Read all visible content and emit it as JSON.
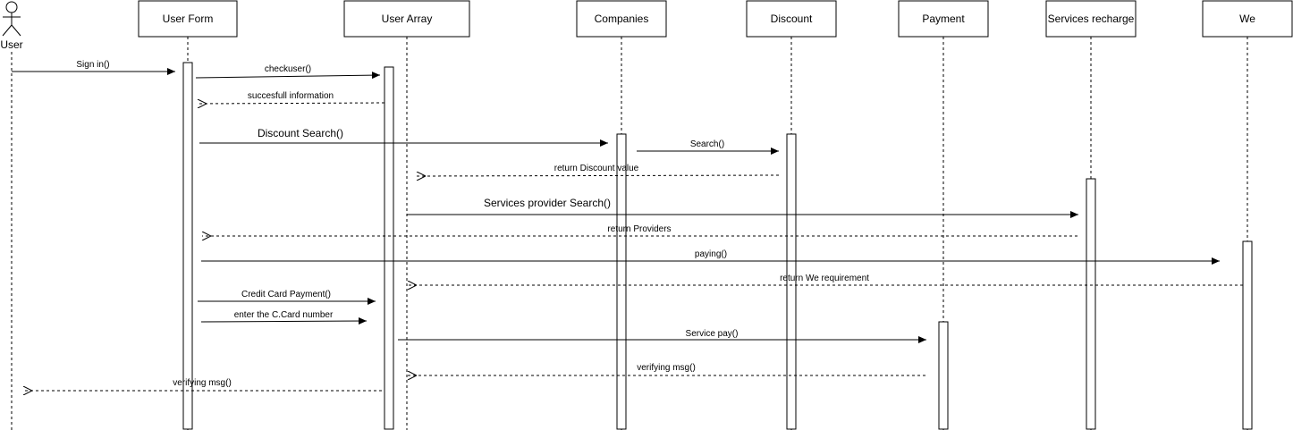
{
  "diagram": {
    "actor": {
      "name": "User"
    },
    "lifelines": [
      {
        "id": "user_form",
        "label": "User Form"
      },
      {
        "id": "user_array",
        "label": "User Array"
      },
      {
        "id": "companies",
        "label": "Companies"
      },
      {
        "id": "discount",
        "label": "Discount"
      },
      {
        "id": "payment",
        "label": "Payment"
      },
      {
        "id": "services_recharge",
        "label": "Services recharge"
      },
      {
        "id": "we",
        "label": "We"
      }
    ],
    "messages": [
      {
        "id": "m1",
        "label": "Sign in()",
        "from": "user",
        "to": "user_form",
        "kind": "sync"
      },
      {
        "id": "m2",
        "label": "checkuser()",
        "from": "user_form",
        "to": "user_array",
        "kind": "sync"
      },
      {
        "id": "m3",
        "label": "succesfull information",
        "from": "user_array",
        "to": "user_form",
        "kind": "return"
      },
      {
        "id": "m4",
        "label": "Discount Search()",
        "from": "user_form",
        "to": "companies",
        "kind": "sync"
      },
      {
        "id": "m5",
        "label": "Search()",
        "from": "companies",
        "to": "discount",
        "kind": "sync"
      },
      {
        "id": "m6",
        "label": "return Discount value",
        "from": "discount",
        "to": "user_array",
        "kind": "return"
      },
      {
        "id": "m7",
        "label": "Services provider Search()",
        "from": "user_array",
        "to": "services_recharge",
        "kind": "sync"
      },
      {
        "id": "m8",
        "label": "return Providers",
        "from": "services_recharge",
        "to": "user_form",
        "kind": "return"
      },
      {
        "id": "m9",
        "label": "paying()",
        "from": "user_form",
        "to": "we",
        "kind": "sync"
      },
      {
        "id": "m10",
        "label": "return We requirement",
        "from": "we",
        "to": "user_array",
        "kind": "return"
      },
      {
        "id": "m11",
        "label": "Credit Card Payment()",
        "from": "user_form",
        "to": "user_array",
        "kind": "sync"
      },
      {
        "id": "m12",
        "label": "enter the C.Card number",
        "from": "user_form",
        "to": "user_array",
        "kind": "sync"
      },
      {
        "id": "m13",
        "label": "Service pay()",
        "from": "user_array",
        "to": "payment",
        "kind": "sync"
      },
      {
        "id": "m14",
        "label": "verifying msg()",
        "from": "payment",
        "to": "user_array",
        "kind": "return"
      },
      {
        "id": "m15",
        "label": "verifying msg()",
        "from": "user_array",
        "to": "user",
        "kind": "return"
      }
    ]
  }
}
